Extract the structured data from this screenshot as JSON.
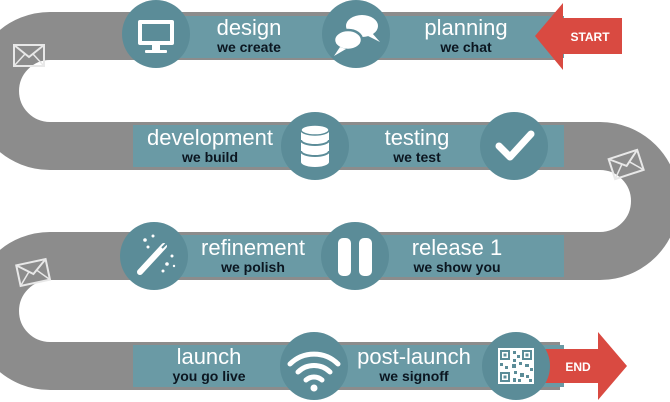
{
  "colors": {
    "track": "#8c8c8c",
    "band": "#6a9aa5",
    "circle": "#5b8c98",
    "arrow": "#d94a41",
    "text_dark": "#0b1620"
  },
  "start_label": "START",
  "end_label": "END",
  "rows": [
    {
      "stages": [
        {
          "title": "design",
          "subtitle": "we create",
          "icon": "monitor-icon"
        },
        {
          "title": "planning",
          "subtitle": "we chat",
          "icon": "chat-bubbles-icon"
        }
      ]
    },
    {
      "stages": [
        {
          "title": "development",
          "subtitle": "we build",
          "icon": "database-icon"
        },
        {
          "title": "testing",
          "subtitle": "we test",
          "icon": "checkmark-icon"
        }
      ]
    },
    {
      "stages": [
        {
          "title": "refinement",
          "subtitle": "we polish",
          "icon": "magic-wand-icon"
        },
        {
          "title": "release 1",
          "subtitle": "we show you",
          "icon": "pause-icon"
        }
      ]
    },
    {
      "stages": [
        {
          "title": "launch",
          "subtitle": "you go live",
          "icon": "wifi-icon"
        },
        {
          "title": "post-launch",
          "subtitle": "we signoff",
          "icon": "qr-code-icon"
        }
      ]
    }
  ],
  "curve_icons": [
    "envelope-icon",
    "envelope-icon",
    "envelope-icon"
  ]
}
